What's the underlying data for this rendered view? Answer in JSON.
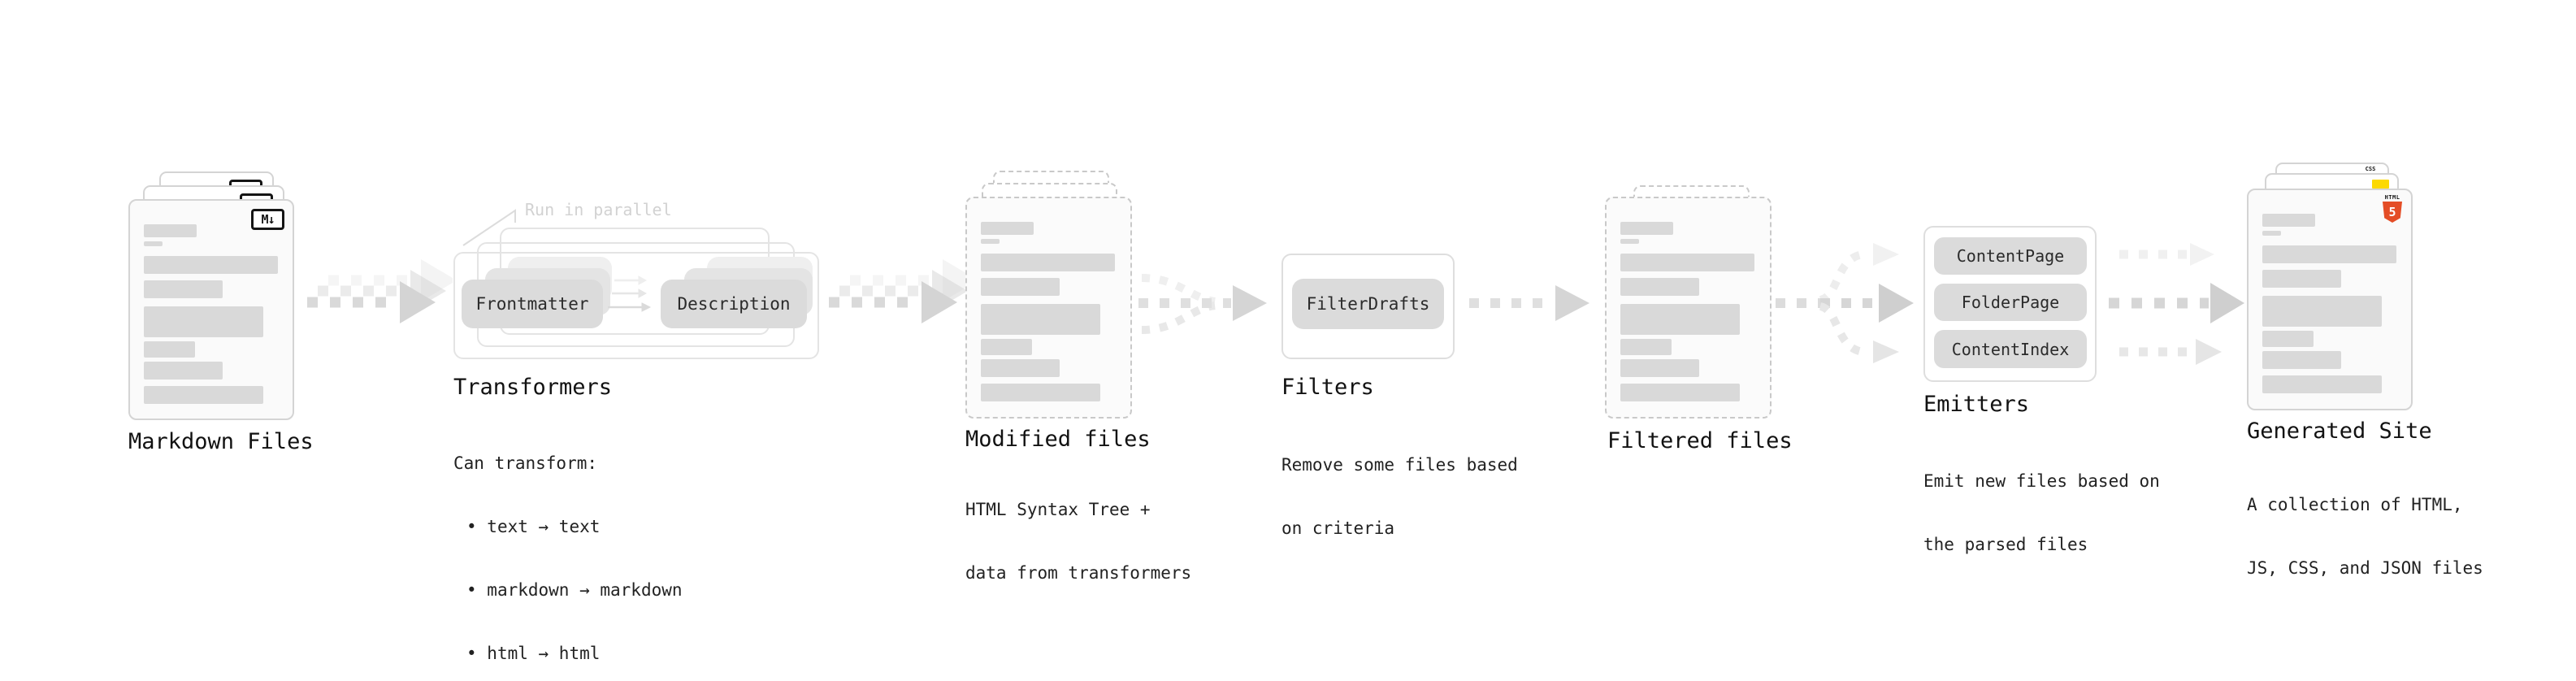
{
  "diagram": {
    "stages": {
      "markdown_files": {
        "label": "Markdown Files",
        "icon": "markdown-icon",
        "icon_label": "M↓"
      },
      "transformers": {
        "label": "Transformers",
        "parallel_note": "Run in parallel",
        "pill_frontmatter": "Frontmatter",
        "pill_description": "Description",
        "body_title": "Can transform:",
        "bullets": [
          "text → text",
          "markdown → markdown",
          "html → html"
        ]
      },
      "modified_files": {
        "label": "Modified files",
        "sub_line1": "HTML Syntax Tree +",
        "sub_line2": "data from transformers"
      },
      "filters": {
        "label": "Filters",
        "pill": "FilterDrafts",
        "sub_line1": "Remove some files based",
        "sub_line2": "on criteria"
      },
      "filtered_files": {
        "label": "Filtered files"
      },
      "emitters": {
        "label": "Emitters",
        "pills": [
          "ContentPage",
          "FolderPage",
          "ContentIndex"
        ],
        "sub_line1": "Emit new files based on",
        "sub_line2": "the parsed files"
      },
      "generated_site": {
        "label": "Generated Site",
        "sub_line1": "A collection of HTML,",
        "sub_line2": "JS, CSS, and JSON files",
        "html5_icon_label": "HTML",
        "html5_icon_number": "5",
        "css_icon_label": "CSS"
      }
    },
    "colors": {
      "markdown_icon_black": "#151515",
      "html5_orange": "#e44d26",
      "js_yellow": "#fcd903",
      "css_blue": "#2965f1",
      "placeholder_bar_gray": "#d9d9d9",
      "pill_gray": "#dbdbdb",
      "arrow_gray": "#d6d6d6",
      "faint_note_gray": "#d2d2d2"
    }
  }
}
